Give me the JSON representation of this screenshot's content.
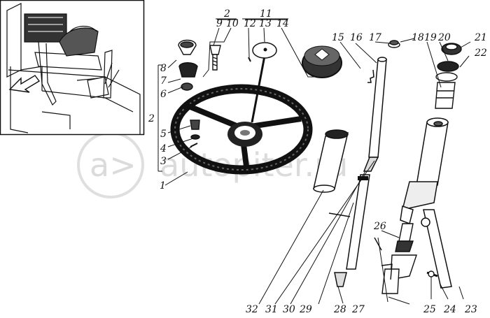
{
  "watermark": {
    "text": "autopiter.ru",
    "logo": "a>"
  },
  "labels": {
    "l1": "1",
    "l2": "2",
    "l3": "3",
    "l4": "4",
    "l5": "5",
    "l6": "6",
    "l7": "7",
    "l8": "8",
    "l9": "9",
    "l10": "10",
    "l11": "11",
    "l12": "12",
    "l13": "13",
    "l14": "14",
    "l15": "15",
    "l16": "16",
    "l17": "17",
    "l18": "18",
    "l19": "19",
    "l20": "20",
    "l21": "21",
    "l22": "22",
    "l23": "23",
    "l24": "24",
    "l25": "25",
    "l26": "26",
    "l27": "27",
    "l28": "28",
    "l29": "29",
    "l30": "30",
    "l31": "31",
    "l32": "32",
    "group2_top": "2",
    "group11_top": "11",
    "group2_left": "2"
  }
}
